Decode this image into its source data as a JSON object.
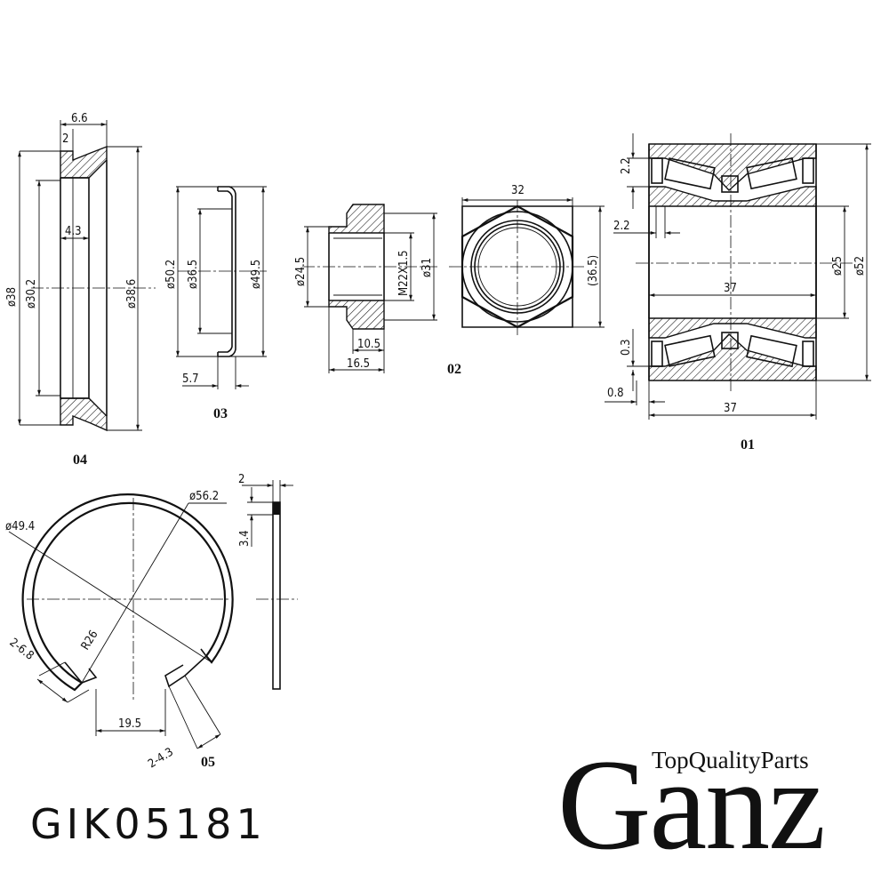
{
  "part_number": "GIK05181",
  "brand": {
    "name": "Ganz",
    "tagline": "TopQualityParts"
  },
  "parts": {
    "p01": {
      "label": "01",
      "dims": {
        "w22a": "2.2",
        "w22b": "2.2",
        "w03": "0.3",
        "w08": "0.8",
        "w37top": "37",
        "w37bot": "37",
        "d25": "ø25",
        "d52": "ø52"
      }
    },
    "p02": {
      "label": "02",
      "dims": {
        "w32": "32",
        "d365": "(36.5)",
        "d245": "ø24.5",
        "thread": "M22X1.5",
        "d31": "ø31",
        "l105": "10.5",
        "l165": "16.5"
      }
    },
    "p03": {
      "label": "03",
      "dims": {
        "d502": "ø50.2",
        "d365": "ø36.5",
        "d495": "ø49.5",
        "w57": "5.7"
      }
    },
    "p04": {
      "label": "04",
      "dims": {
        "w66": "6.6",
        "w2": "2",
        "w43": "4.3",
        "d38": "ø38",
        "d302": "ø30.2",
        "d386": "ø38.6"
      }
    },
    "p05": {
      "label": "05",
      "dims": {
        "d494": "ø49.4",
        "d562": "ø56.2",
        "r26": "R26",
        "slot68": "2-6.8",
        "slot43": "2-4.3",
        "gap195": "19.5",
        "t2": "2",
        "h34": "3.4"
      }
    }
  }
}
